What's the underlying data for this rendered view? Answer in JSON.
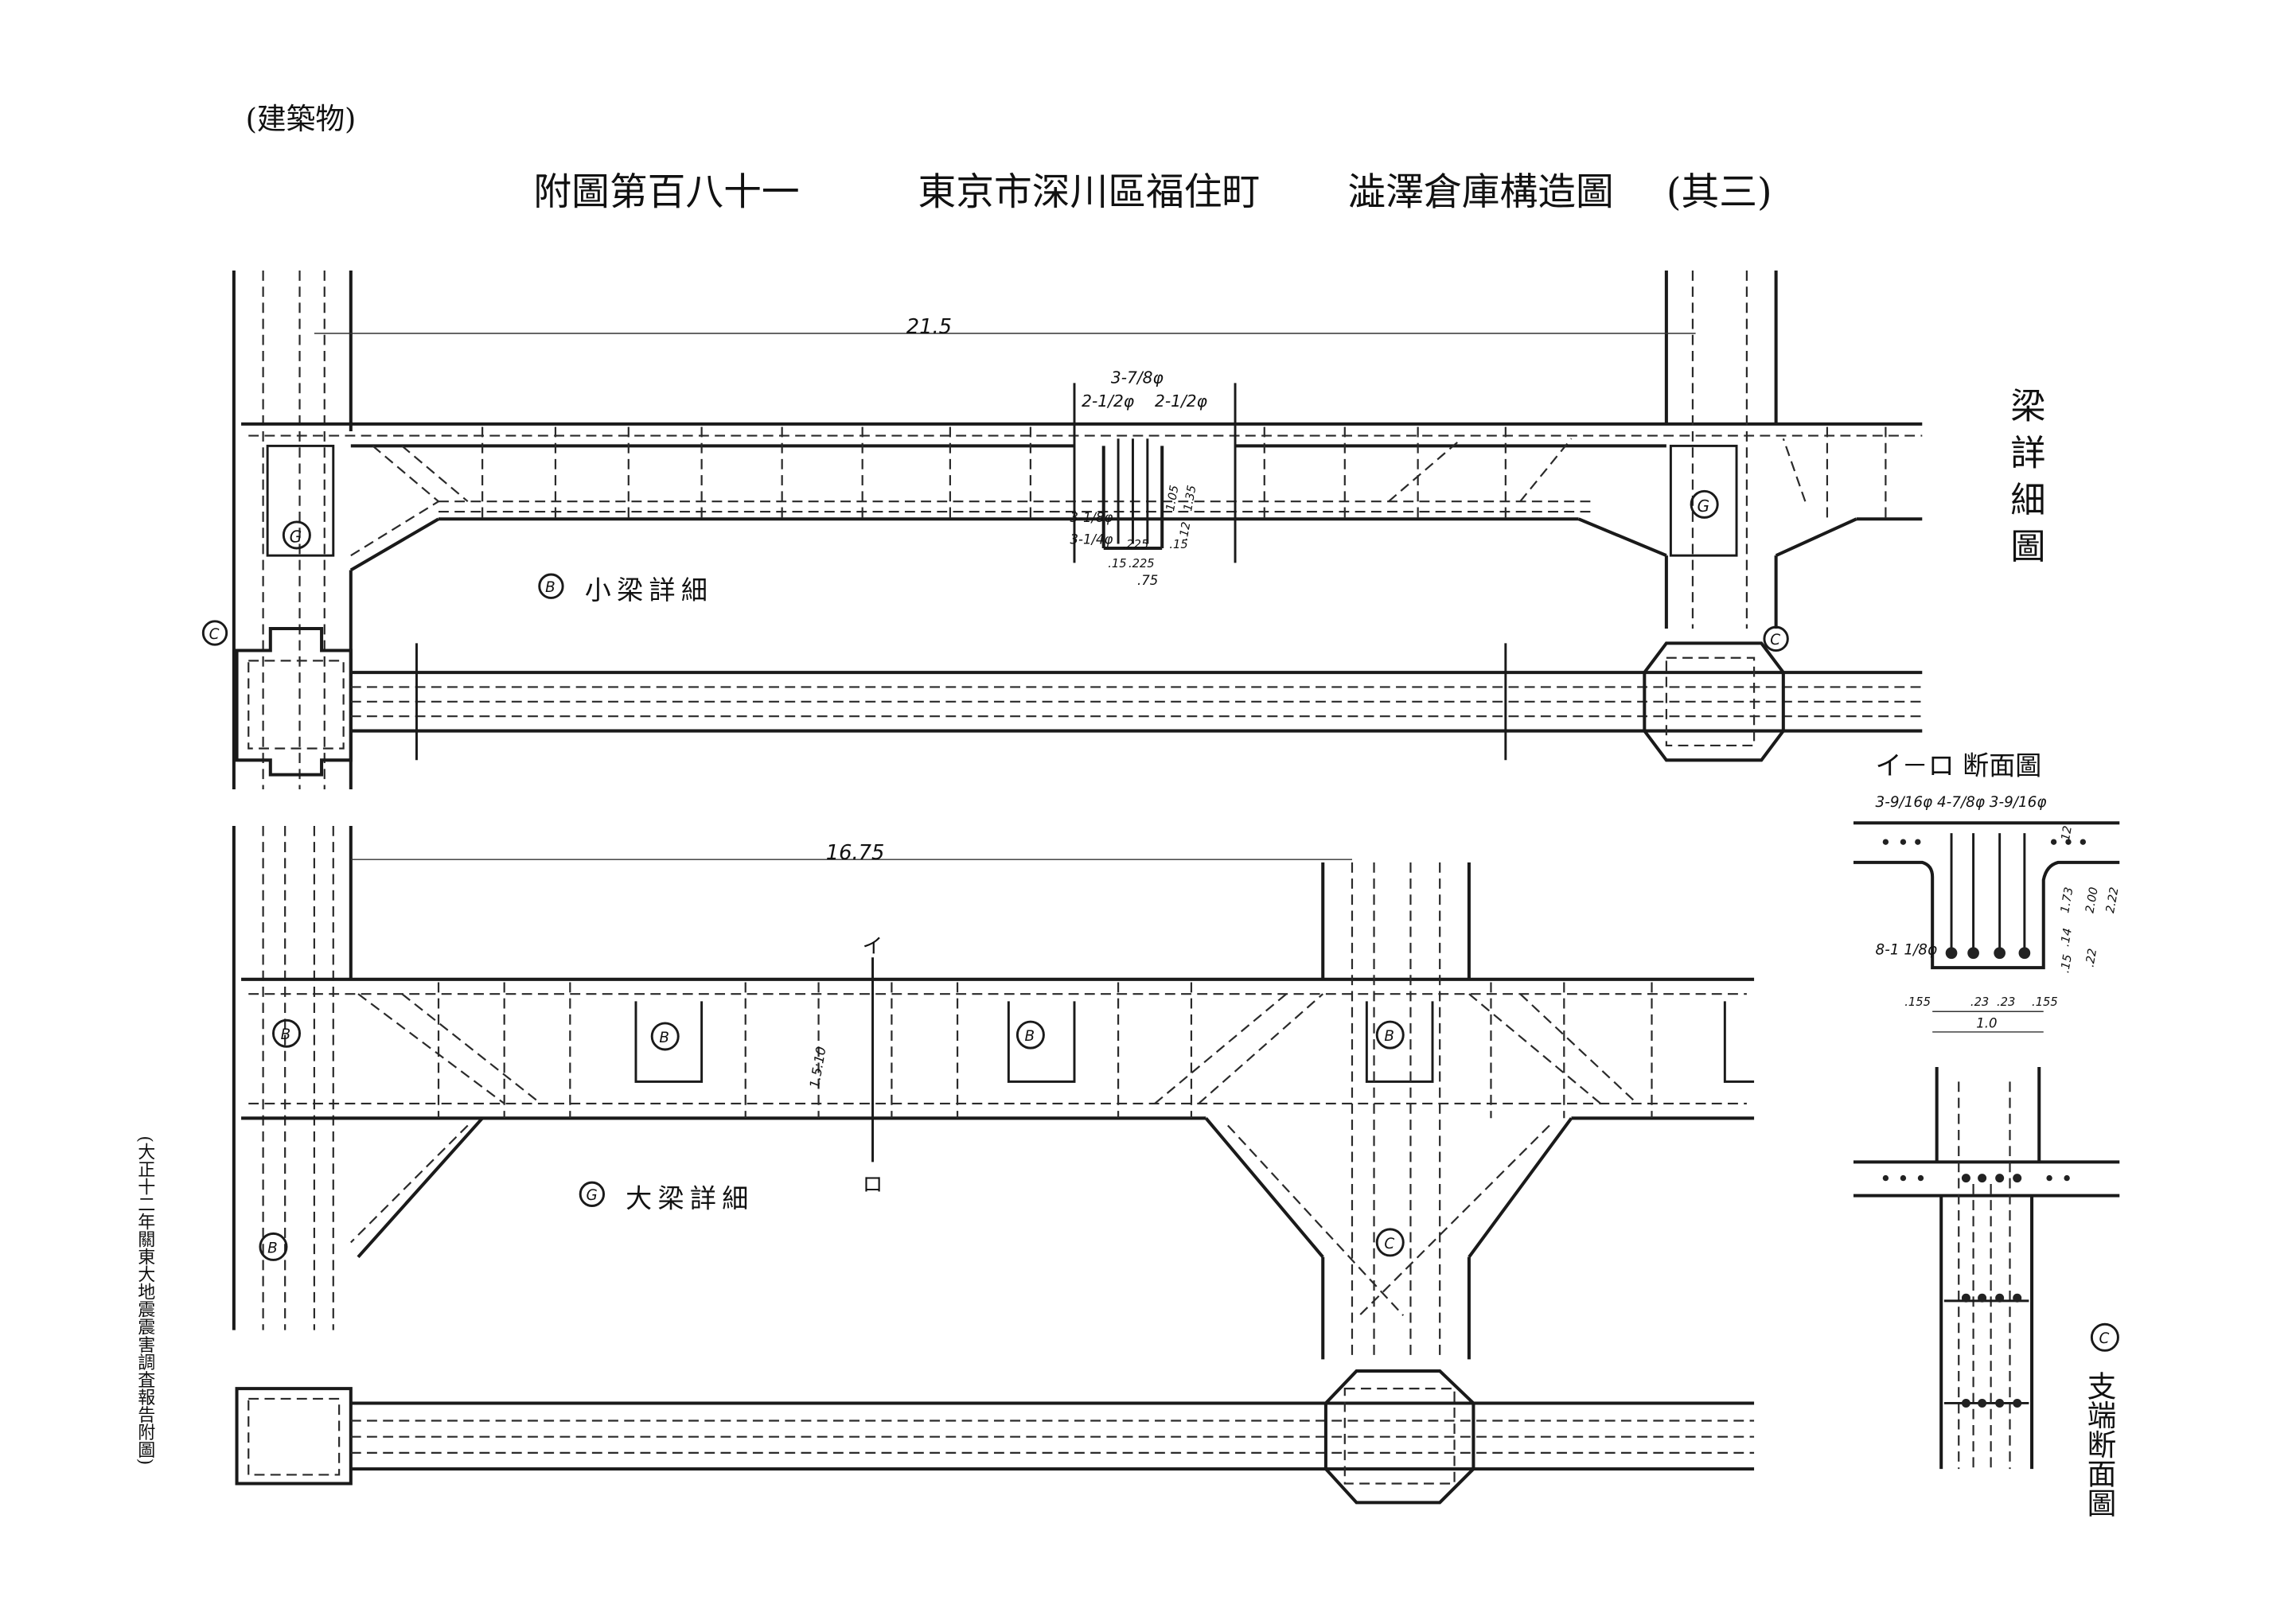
{
  "header": {
    "category": "(建築物)",
    "plate_no": "附圖第百八十一",
    "location": "東京市深川區福住町",
    "title": "澁澤倉庫構造圖",
    "part": "(其三)"
  },
  "side_note": "(大正十二年關東大地震震害調査報告附圖)",
  "beam_detail_title": "梁詳細圖",
  "small_beam": {
    "label": "小梁詳細",
    "mark": "B",
    "span": "21.5",
    "rebar_top": "3-7/8φ",
    "rebar_mid_left": "2-1/2φ",
    "rebar_mid_right": "2-1/2φ",
    "rebar_bottom1": "3-1/8φ",
    "rebar_bottom2": "3-1/4φ",
    "dim_a": ".225",
    "dim_b": ".15",
    "dim_c": ".15",
    "dim_d": ".225",
    "dim_e": ".75",
    "dim_h1": "1.05",
    "dim_h2": "1.35",
    "dim_h3": ".12",
    "mark_g": "G",
    "mark_c": "C"
  },
  "large_beam": {
    "label": "大梁詳細",
    "mark": "G",
    "span": "16.75",
    "section_top": "イ",
    "section_bottom": "ロ",
    "mark_b": "B",
    "mark_c": "C",
    "dim_web": "1.5:10"
  },
  "section_ir": {
    "title": "イ－ロ 断面圖",
    "rebar_top": "3-9/16φ 4-7/8φ 3-9/16φ",
    "rebar_bottom": "8-1 1/8φ",
    "dims_h": [
      ".155",
      ".23",
      ".23",
      ".155"
    ],
    "width": "1.0",
    "dims_v": [
      ".12",
      "1.73",
      "2.00",
      "2.22",
      ".14",
      ".15",
      ".22"
    ]
  },
  "support_section": {
    "title": "支端断面圖",
    "mark": "C"
  }
}
